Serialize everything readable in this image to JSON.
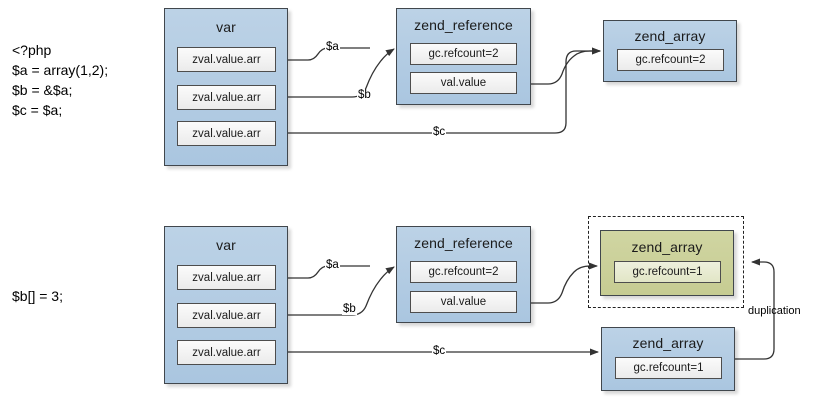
{
  "diagram": {
    "title": "PHP zval / zend_reference / zend_array copy-on-write duplication",
    "colors": {
      "container_blue": "#b5cde4",
      "container_olive": "#ccd19b",
      "chip_gray": "#f2f2f2",
      "stroke": "#41474d",
      "edge": "#333333",
      "dashed_frame": "#222222"
    }
  },
  "top": {
    "code": "<?php\n$a = array(1,2);\n$b = &$a;\n$c = $a;",
    "var_box": {
      "title": "var",
      "slots": [
        {
          "label": "zval.value.arr"
        },
        {
          "label": "zval.value.arr"
        },
        {
          "label": "zval.value.arr"
        }
      ]
    },
    "zend_reference_box": {
      "title": "zend_reference",
      "slots": [
        {
          "label": "gc.refcount=2"
        },
        {
          "label": "val.value"
        }
      ]
    },
    "zend_array_box": {
      "title": "zend_array",
      "slots": [
        {
          "label": "gc.refcount=2"
        }
      ]
    },
    "edges": [
      {
        "label": "$a"
      },
      {
        "label": "$b"
      },
      {
        "label": "$c"
      }
    ]
  },
  "bottom": {
    "statement": "$b[] = 3;",
    "var_box": {
      "title": "var",
      "slots": [
        {
          "label": "zval.value.arr"
        },
        {
          "label": "zval.value.arr"
        },
        {
          "label": "zval.value.arr"
        }
      ]
    },
    "zend_reference_box": {
      "title": "zend_reference",
      "slots": [
        {
          "label": "gc.refcount=2"
        },
        {
          "label": "val.value"
        }
      ]
    },
    "zend_array_new_box": {
      "title": "zend_array",
      "slots": [
        {
          "label": "gc.refcount=1"
        }
      ]
    },
    "zend_array_old_box": {
      "title": "zend_array",
      "slots": [
        {
          "label": "gc.refcount=1"
        }
      ]
    },
    "edges": [
      {
        "label": "$a"
      },
      {
        "label": "$b"
      },
      {
        "label": "$c"
      }
    ],
    "annotation": "duplication"
  }
}
